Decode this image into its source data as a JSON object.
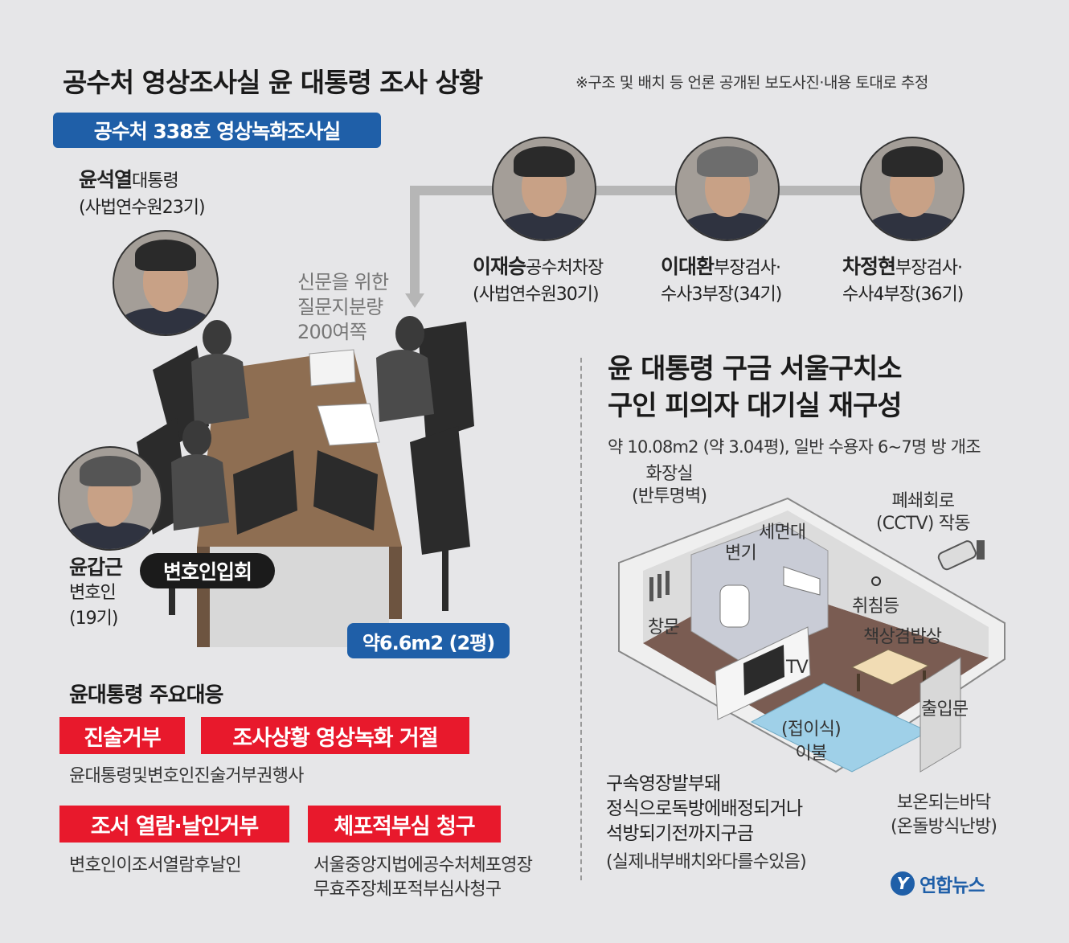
{
  "header": {
    "title": "공수처 영상조사실 윤 대통령 조사 상황",
    "note": "※구조 및 배치 등 언론 공개된 보도사진·내용 토대로 추정"
  },
  "room": {
    "label": "공수처 338호 영상녹화조사실",
    "question_note": [
      "신문을 위한",
      "질문지분량",
      "200여쪽"
    ],
    "area": "약6.6m2 (2평)",
    "lawyer_badge": "변호인입회"
  },
  "president": {
    "name": "윤석열",
    "role": "대통령",
    "detail": "(사법연수원23기)"
  },
  "lawyer": {
    "name": "윤갑근",
    "role": "변호인",
    "detail": "(19기)"
  },
  "investigators": [
    {
      "name": "이재승",
      "role": "공수처차장",
      "detail": "(사법연수원30기)"
    },
    {
      "name": "이대환",
      "role": "부장검사·",
      "detail": "수사3부장(34기)"
    },
    {
      "name": "차정현",
      "role": "부장검사·",
      "detail": "수사4부장(36기)"
    }
  ],
  "responses": {
    "title": "윤대통령 주요대응",
    "items": [
      {
        "badges": [
          "진술거부",
          "조사상황 영상녹화 거절"
        ],
        "desc": [
          "윤대통령및변호인진술거부권행사"
        ]
      },
      {
        "badges": [
          "조서 열람·날인거부"
        ],
        "desc": [
          "변호인이조서열람후날인"
        ]
      },
      {
        "badges": [
          "체포적부심 청구"
        ],
        "desc": [
          "서울중앙지법에공수처체포영장",
          "무효주장체포적부심사청구"
        ]
      }
    ]
  },
  "cell": {
    "title_lines": [
      "윤 대통령 구금 서울구치소",
      "구인 피의자 대기실 재구성"
    ],
    "subtitle": "약 10.08m2 (약 3.04평), 일반 수용자 6~7명 방 개조",
    "labels": {
      "toilet_room": [
        "화장실",
        "(반투명벽)"
      ],
      "cctv": [
        "폐쇄회로",
        "(CCTV) 작동"
      ],
      "sink": "세면대",
      "toilet": "변기",
      "lamp": "취침등",
      "window": "창문",
      "desk": "책상겸밥상",
      "tv": "TV",
      "door": "출입문",
      "bedding": [
        "(접이식)",
        "이불"
      ],
      "floor": [
        "보온되는바닥",
        "(온돌방식난방)"
      ]
    },
    "notes": [
      "구속영장발부돼",
      "정식으로독방에배정되거나",
      "석방되기전까지구금"
    ],
    "caveat": "(실제내부배치와다를수있음)"
  },
  "credit": {
    "mark": "Y",
    "name": "연합뉴스"
  },
  "colors": {
    "blue": "#1f5fa8",
    "red": "#e8192c",
    "table": "#8e6e52",
    "background": "#e6e6e8"
  }
}
